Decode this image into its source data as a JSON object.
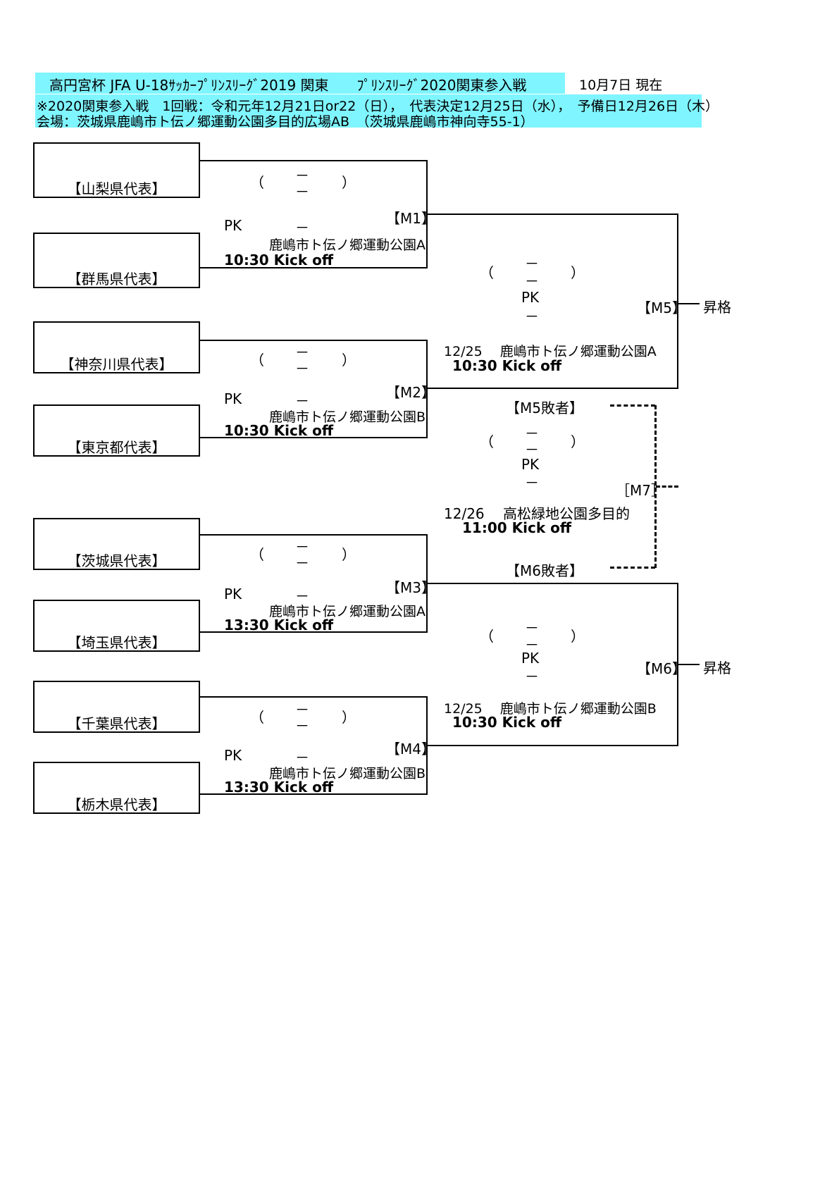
{
  "header": {
    "title": "高円宮杯 JFA U-18ｻｯｶｰﾌﾟﾘﾝｽﾘｰｸﾞ2019 関東　　ﾌﾟﾘﾝｽﾘｰｸﾞ2020関東参入戦",
    "as_of": "10月7日  現在",
    "schedule": "※2020関東参入戦　1回戦：令和元年12月21日or22（日），　代表決定12月25日（水），　予備日12月26日（木）",
    "venue": "会場：茨城県鹿嶋市ト伝ノ郷運動公園多目的広場AB　（茨城県鹿嶋市神向寺55-1）"
  },
  "teams": [
    "【山梨県代表】",
    "【群馬県代表】",
    "【神奈川県代表】",
    "【東京都代表】",
    "【茨城県代表】",
    "【埼玉県代表】",
    "【千葉県代表】",
    "【栃木県代表】"
  ],
  "common": {
    "paren_open": "（",
    "paren_close": "）",
    "dash": "－",
    "pk": "PK"
  },
  "matches": {
    "m1": {
      "label": "【M1】",
      "venue": "鹿嶋市ト伝ノ郷運動公園A",
      "kickoff": "10:30 Kick off"
    },
    "m2": {
      "label": "【M2】",
      "venue": "鹿嶋市ト伝ノ郷運動公園B",
      "kickoff": "10:30 Kick off"
    },
    "m3": {
      "label": "【M3】",
      "venue": "鹿嶋市ト伝ノ郷運動公園A",
      "kickoff": "13:30 Kick off"
    },
    "m4": {
      "label": "【M4】",
      "venue": "鹿嶋市ト伝ノ郷運動公園B",
      "kickoff": "13:30 Kick off"
    },
    "m5": {
      "label": "【M5】",
      "date_venue": "12/25　 鹿嶋市ト伝ノ郷運動公園A",
      "kickoff": "10:30 Kick off",
      "result": "昇格"
    },
    "m6": {
      "label": "【M6】",
      "date_venue": "12/25　 鹿嶋市ト伝ノ郷運動公園B",
      "kickoff": "10:30 Kick off",
      "result": "昇格"
    },
    "m7": {
      "label": "［M7］",
      "date_venue": "12/26　 高松緑地公園多目的",
      "kickoff": "11:00 Kick off",
      "loser_m5": "【M5敗者】",
      "loser_m6": "【M6敗者】"
    }
  }
}
